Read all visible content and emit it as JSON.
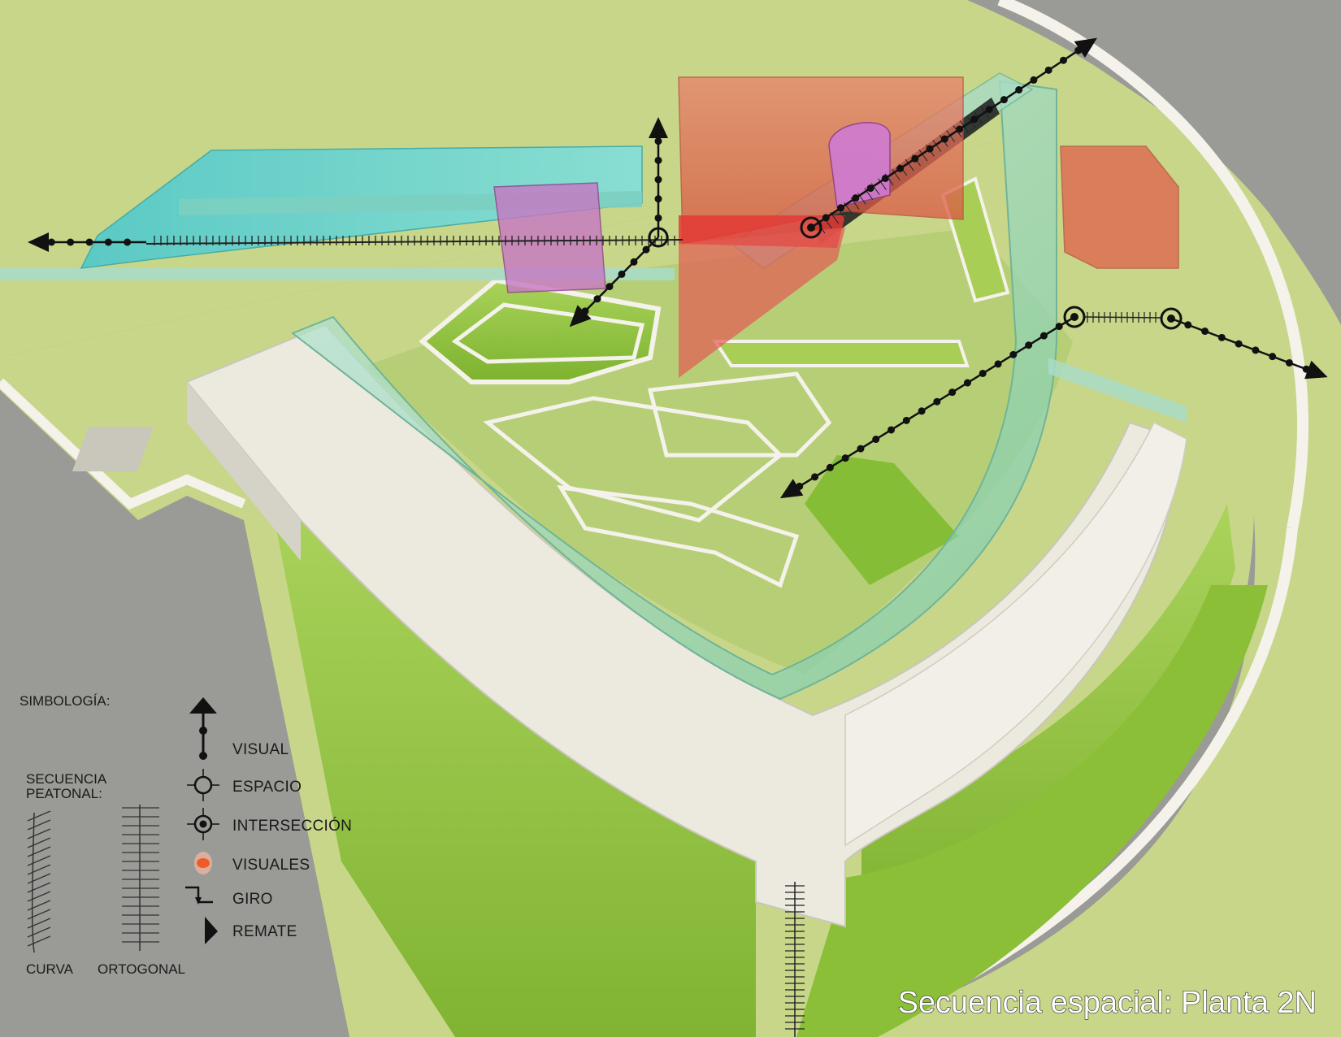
{
  "legend": {
    "title": "SIMBOLOGÍA:",
    "symbols": [
      {
        "key": "visual",
        "label": "VISUAL"
      },
      {
        "key": "espacio",
        "label": "ESPACIO"
      },
      {
        "key": "interseccion",
        "label": "INTERSECCIÓN"
      },
      {
        "key": "visuales",
        "label": "VISUALES"
      },
      {
        "key": "giro",
        "label": "GIRO"
      },
      {
        "key": "remate",
        "label": "REMATE"
      }
    ],
    "sequence_title_line1": "SECUENCIA",
    "sequence_title_line2": "PEATONAL:",
    "sequence_types": [
      "CURVA",
      "ORTOGONAL"
    ]
  },
  "caption": "Secuencia espacial: Planta 2N",
  "colors": {
    "road": "#9a9a96",
    "lawn": "#c8d68a",
    "garden": "#8fc23a",
    "slab": "#ece9df",
    "glass": "#9fd9c0",
    "cyan_block": "#5fd6d8",
    "red_block": "#e0604a",
    "magenta_block": "#c777c4",
    "path_marker": "#111111"
  },
  "icons": [
    "visual-arrow-icon",
    "espacio-node-icon",
    "interseccion-node-icon",
    "visuales-eye-icon",
    "giro-turn-icon",
    "remate-arrow-icon"
  ]
}
